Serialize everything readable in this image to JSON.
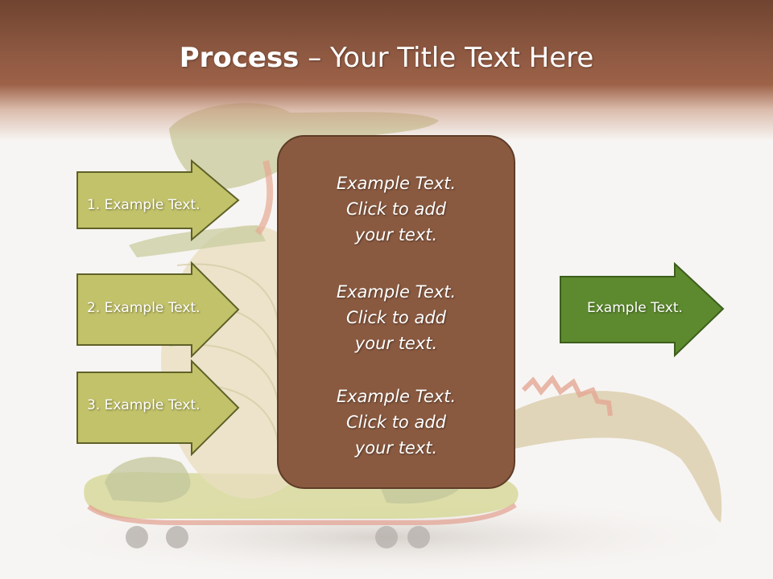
{
  "slide": {
    "title_bold": "Process",
    "title_rest": " – Your Title Text Here",
    "left_arrows": [
      {
        "label": "1. Example Text."
      },
      {
        "label": "2. Example Text."
      },
      {
        "label": "3. Example Text."
      }
    ],
    "center_blocks": [
      {
        "line1": "Example Text.",
        "line2": "Click  to add",
        "line3": "your text."
      },
      {
        "line1": "Example Text.",
        "line2": "Click  to add",
        "line3": "your text."
      },
      {
        "line1": "Example Text.",
        "line2": "Click  to add",
        "line3": "your text."
      }
    ],
    "right_arrow": {
      "label": "Example Text."
    }
  },
  "colors": {
    "title_band": "#8c5740",
    "left_arrow_fill": "#c2c26a",
    "left_arrow_stroke": "#5f6128",
    "center_box_fill": "#8a5a40",
    "right_arrow_fill": "#5d8a2e",
    "right_arrow_stroke": "#3d5e1d"
  },
  "background_art": "faded-dragon-on-skateboard"
}
